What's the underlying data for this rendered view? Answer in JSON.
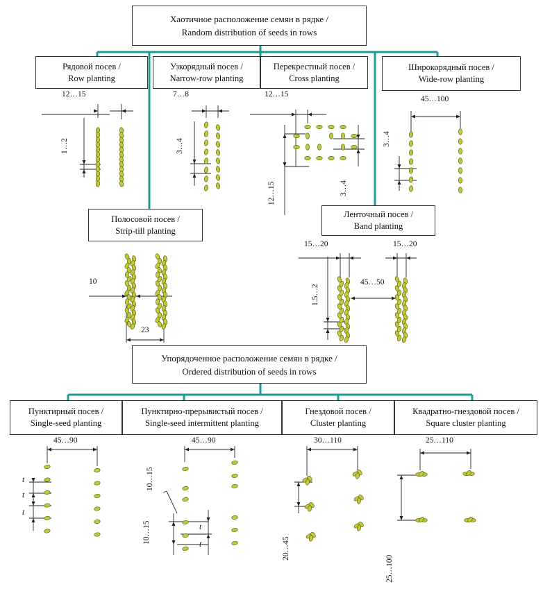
{
  "colors": {
    "connector": "#1e9b96",
    "seed_fill": "#c3c93a",
    "seed_stroke": "#5f6617"
  },
  "headers": {
    "random": {
      "ru": "Хаотичное расположение семян в рядке /",
      "en": "Random distribution of seeds in rows"
    },
    "ordered": {
      "ru": "Упорядоченное расположение семян в рядке /",
      "en": "Ordered distribution of seeds in rows"
    }
  },
  "methods": {
    "row": {
      "ru": "Рядовой посев /",
      "en": "Row planting"
    },
    "narrow": {
      "ru": "Узкорядный посев /",
      "en": "Narrow-row planting"
    },
    "cross": {
      "ru": "Перекрестный посев /",
      "en": "Cross planting"
    },
    "wide": {
      "ru": "Широкорядный посев /",
      "en": "Wide-row planting"
    },
    "strip": {
      "ru": "Полосовой посев /",
      "en": "Strip-till planting"
    },
    "band": {
      "ru": "Ленточный посев /",
      "en": "Band planting"
    },
    "single": {
      "ru": "Пунктирный посев /",
      "en": "Single-seed planting"
    },
    "intermittent": {
      "ru": "Пунктирно-прерывистый посев /",
      "en": "Single-seed intermittent planting"
    },
    "cluster": {
      "ru": "Гнездовой посев /",
      "en": "Cluster planting"
    },
    "square": {
      "ru": "Квадратно-гнездовой  посев /",
      "en": "Square cluster planting"
    }
  },
  "dimensions": {
    "row_width": "12…15",
    "row_step": "1…2",
    "narrow_width": "7…8",
    "narrow_step": "3…4",
    "cross_width": "12…15",
    "cross_vert": "12…15",
    "cross_step": "3…4",
    "wide_width": "45…100",
    "wide_step": "3…4",
    "strip_inner": "10",
    "strip_width": "23",
    "band_left": "15…20",
    "band_right": "15…20",
    "band_gap": "45…50",
    "band_step": "1.5…2",
    "single_width": "45…90",
    "inter_width": "45…90",
    "inter_top": "10…15",
    "inter_bottom": "10…15",
    "cluster_width": "30…110",
    "cluster_vert": "20…45",
    "square_width": "25…110",
    "square_vert": "25…100",
    "t": "t"
  }
}
